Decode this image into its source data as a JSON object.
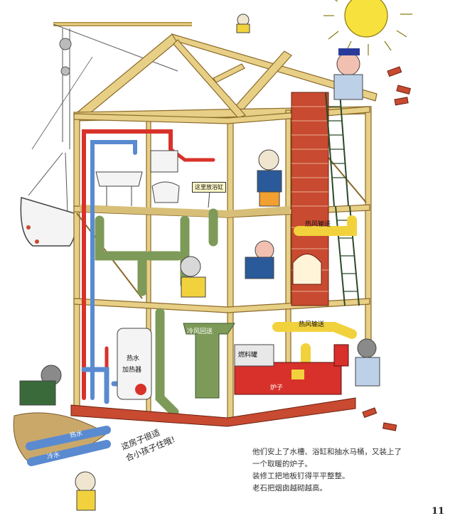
{
  "labels": {
    "bathtub_sign": "这里放浴缸",
    "hot_air_top": "热风输送",
    "hot_air_mid": "热风输送",
    "cold_air_return": "冷风回送",
    "water_heater_line1": "热水",
    "water_heater_line2": "加热器",
    "fuel_tank": "燃料罐",
    "furnace": "炉子",
    "pipe_hot_water": "热水",
    "pipe_cold_water": "冷水"
  },
  "kid_note": [
    "这房子很适",
    "合小孩子住哦!"
  ],
  "caption": [
    "他们安上了水槽、浴缸和抽水马桶，又装上了",
    "一个取暖的炉子。",
    "装修工把地板钉得平平整整。",
    "老石把烟囱越砌越高。"
  ],
  "page_number": "11",
  "colors": {
    "wood": "#e8cf86",
    "wood_edge": "#8a6a2a",
    "brick": "#c84a30",
    "hot_pipe": "#d8322a",
    "cold_pipe": "#5a8ad0",
    "duct_yellow": "#f2d23c",
    "duct_green": "#7d9a58",
    "furnace_red": "#d8302a",
    "sun": "#f7e13c",
    "ground": "#c9a86a"
  }
}
